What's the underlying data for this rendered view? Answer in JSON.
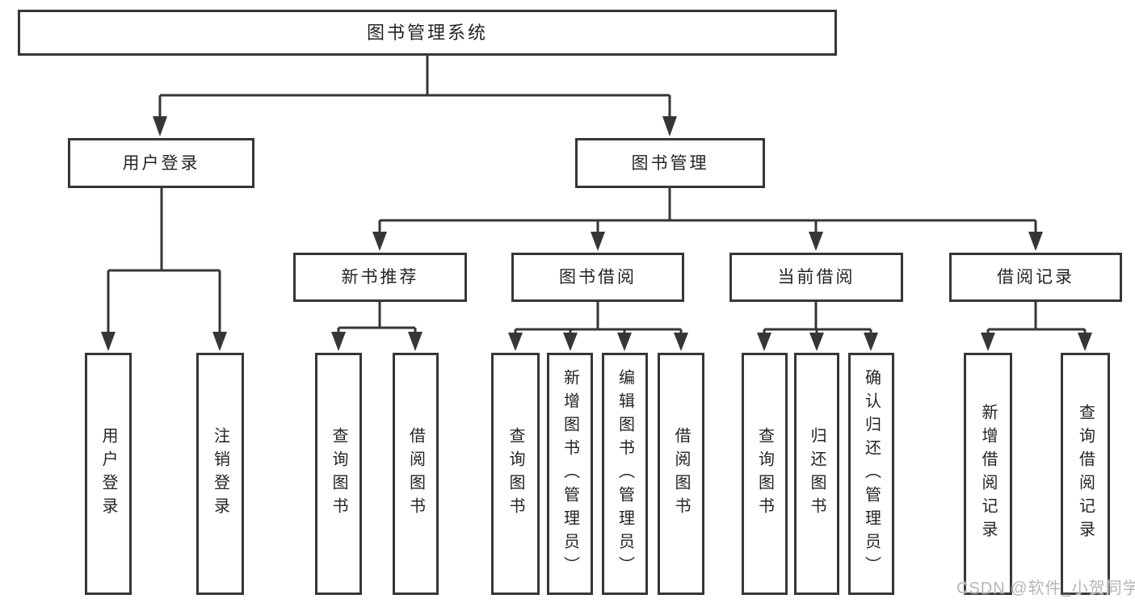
{
  "diagram_title": "图书管理系统",
  "nodes": {
    "root": "图书管理系统",
    "user_login": "用户登录",
    "book_management": "图书管理",
    "new_book_recommend": "新书推荐",
    "book_borrowing": "图书借阅",
    "current_borrowing": "当前借阅",
    "borrowing_records": "借阅记录",
    "leaf_user_login": "用户登录",
    "leaf_logout": "注销登录",
    "nb_query_books": "查询图书",
    "nb_borrow_books": "借阅图书",
    "bb_query_books": "查询图书",
    "bb_add_books_admin": "新增图书（管理员）",
    "bb_edit_books_admin": "编辑图书（管理员）",
    "bb_borrow_books": "借阅图书",
    "cb_query_books": "查询图书",
    "cb_return_books": "归还图书",
    "cb_confirm_return_admin": "确认归还（管理员）",
    "br_add_record": "新增借阅记录",
    "br_query_record": "查询借阅记录"
  },
  "structure": {
    "图书管理系统": [
      "用户登录",
      "图书管理"
    ],
    "用户登录": [
      "用户登录",
      "注销登录"
    ],
    "图书管理": [
      "新书推荐",
      "图书借阅",
      "当前借阅",
      "借阅记录"
    ],
    "新书推荐": [
      "查询图书",
      "借阅图书"
    ],
    "图书借阅": [
      "查询图书",
      "新增图书（管理员）",
      "编辑图书（管理员）",
      "借阅图书"
    ],
    "当前借阅": [
      "查询图书",
      "归还图书",
      "确认归还（管理员）"
    ],
    "借阅记录": [
      "新增借阅记录",
      "查询借阅记录"
    ]
  },
  "watermark": {
    "text": "CSDN @软件_小贺同学"
  },
  "colors": {
    "line": "#363636",
    "box_border": "#363636",
    "text": "#242424",
    "background": "#ffffff",
    "watermark": "#b6b6b6"
  }
}
